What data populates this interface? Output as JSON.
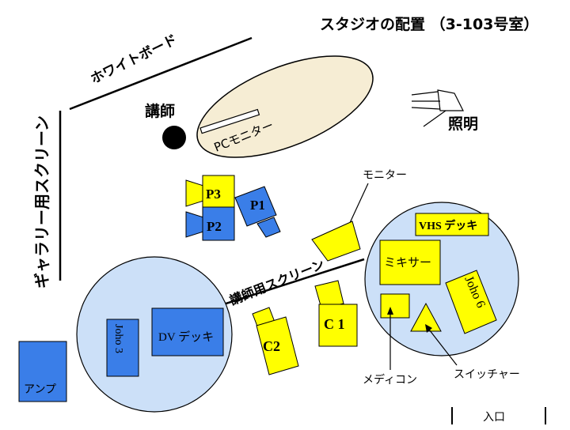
{
  "title": "スタジオの配置 （3-103号室）",
  "labels": {
    "whiteboard": "ホワイトボード",
    "lecturer": "講師",
    "pc_monitor": "PCモニター",
    "lighting": "照明",
    "gallery_screen": "ギャラリー用スクリーン",
    "monitor": "モニター",
    "lecturer_screen": "講師用スクリーン",
    "media_con": "メディコン",
    "switcher": "スイッチャー",
    "entrance": "入口",
    "amp": "アンプ"
  },
  "cameras": {
    "p1": "P1",
    "p2": "P2",
    "p3": "P3",
    "c1": "C 1",
    "c2": "C2"
  },
  "equipment": {
    "vhs_deck": "VHS デッキ",
    "mixer": "ミキサー",
    "joho6": "Joho 6",
    "joho3": "Joho 3",
    "dv_deck": "DV デッキ"
  },
  "colors": {
    "yellow": "#ffff00",
    "blue": "#3a7ee8",
    "table": "#cce0f8",
    "oval": "#f6edd4"
  }
}
